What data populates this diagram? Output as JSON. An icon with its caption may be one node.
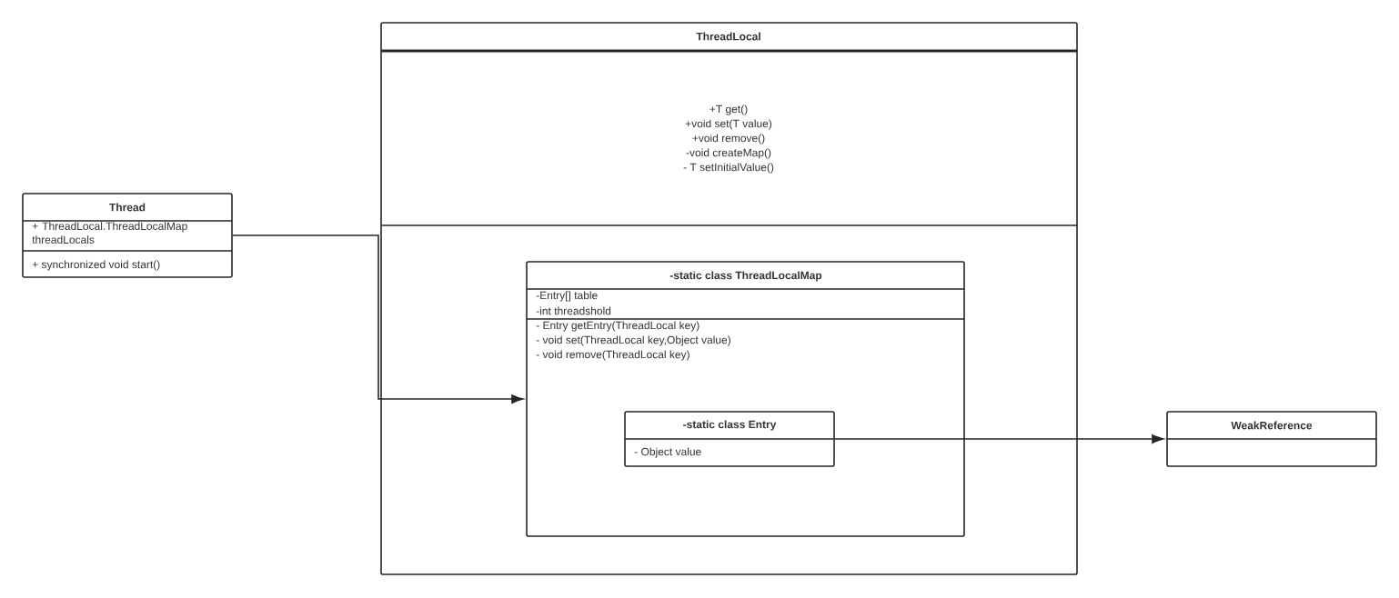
{
  "diagram": {
    "nodes": [
      {
        "text": [
          "Thread",
          "+ ThreadLocal.ThreadLocalMap threadLocals",
          "+ synchronized void start()"
        ]
      },
      {
        "text": [
          "ThreadLocal",
          "+T get()",
          "+void set(T value)",
          "+void remove()",
          "-void createMap()",
          "- T setInitialValue()"
        ]
      },
      {
        "text": [
          "-static class ThreadLocalMap",
          "-Entry[] table",
          "-int threadshold",
          "- Entry getEntry(ThreadLocal key)",
          "- void set(ThreadLocal key,Object value)",
          "- void remove(ThreadLocal key)"
        ],
        "in": 1
      },
      {
        "text": [
          "-static class Entry",
          "- Object value"
        ],
        "in": 2
      },
      {
        "text": [
          "WeakReference"
        ]
      }
    ],
    "edges": [
      {
        "from": 0,
        "to": 2,
        "arrow": "to"
      },
      {
        "from": 3,
        "to": 4,
        "arrow": "to"
      }
    ]
  }
}
